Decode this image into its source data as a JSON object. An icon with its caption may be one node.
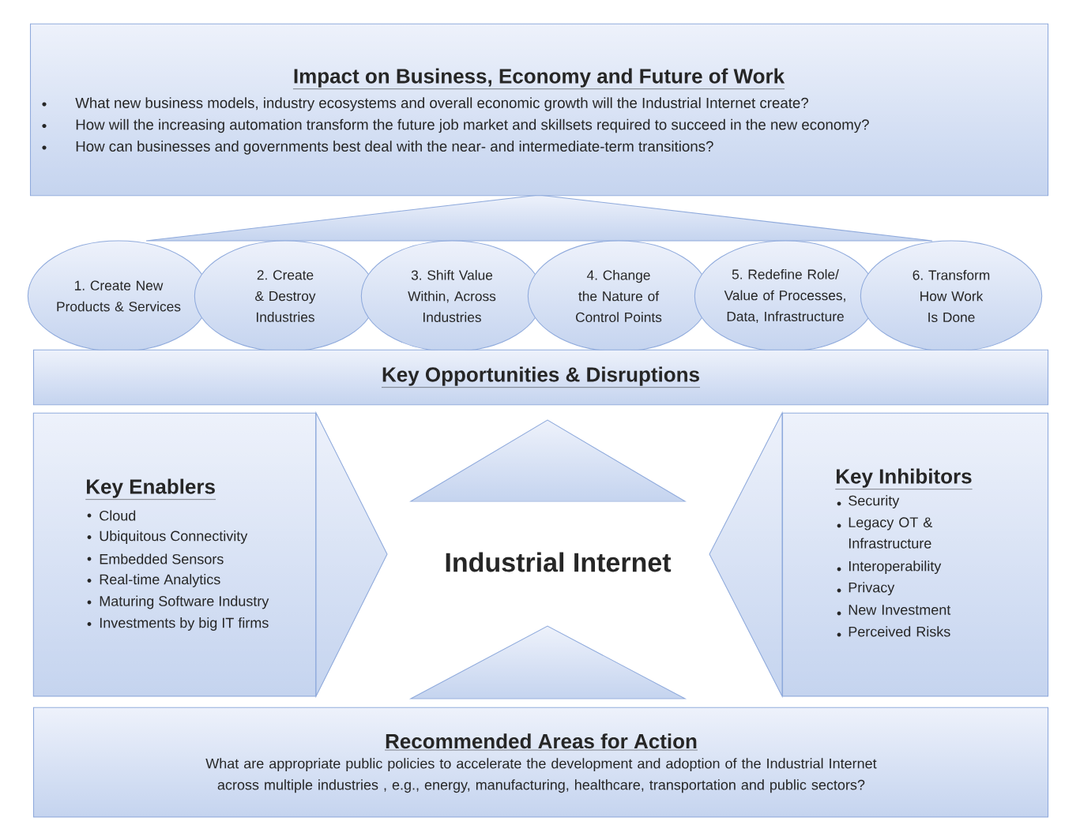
{
  "diagram": {
    "nodes": [
      {
        "text": [
          "Impact on Business, Economy and Future of Work",
          "What new business models, industry ecosystems and overall economic growth will  the Industrial Internet create?",
          "How will the increasing automation transform the future job market and skillsets required to succeed in the new economy?",
          "How can businesses and governments best deal with the  near- and intermediate-term transitions?"
        ]
      },
      {
        "text": [
          "1. Create New Products & Services"
        ]
      },
      {
        "text": [
          "2. Create & Destroy Industries"
        ]
      },
      {
        "text": [
          "3. Shift Value Within, Across Industries"
        ]
      },
      {
        "text": [
          "4. Change the Nature of Control Points"
        ]
      },
      {
        "text": [
          "5. Redefine Role/ Value of Processes, Data, Infrastructure"
        ]
      },
      {
        "text": [
          "6. Transform How Work Is Done"
        ]
      },
      {
        "text": [
          "Key Opportunities & Disruptions"
        ]
      },
      {
        "text": [
          "Key Enablers",
          "Cloud",
          "Ubiquitous Connectivity",
          "Embedded Sensors",
          "Real-time Analytics",
          "Maturing Software Industry",
          "Investments by big IT firms"
        ]
      },
      {
        "text": [
          "Key Inhibitors",
          "Security",
          "Legacy OT & Infrastructure",
          "Interoperability",
          "Privacy",
          "New Investment",
          "Perceived Risks"
        ]
      },
      {
        "text": [
          "Recommended Areas for Action",
          "What are  appropriate  public policies  to accelerate the development and adoption of the Industrial Internet across multiple industries , e.g., energy, manufacturing,  healthcare,  transportation and public sectors?"
        ]
      }
    ],
    "labels": [
      "Industrial Internet"
    ]
  }
}
